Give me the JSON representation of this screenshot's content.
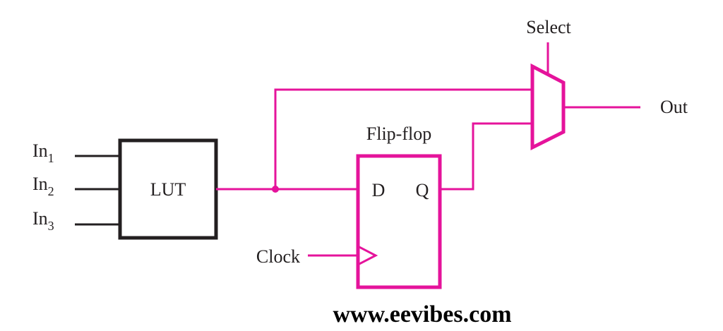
{
  "colors": {
    "wire": "#e5139b",
    "lut_border": "#231f20",
    "text": "#231f20",
    "background": "#ffffff"
  },
  "inputs": [
    {
      "base": "In",
      "sub": "1"
    },
    {
      "base": "In",
      "sub": "2"
    },
    {
      "base": "In",
      "sub": "3"
    }
  ],
  "lut": {
    "label": "LUT"
  },
  "flip_flop": {
    "title": "Flip-flop",
    "d_label": "D",
    "q_label": "Q"
  },
  "clock": {
    "label": "Clock"
  },
  "mux": {
    "select_label": "Select",
    "out_label": "Out"
  },
  "watermark": {
    "text": "www.eevibes.com"
  }
}
